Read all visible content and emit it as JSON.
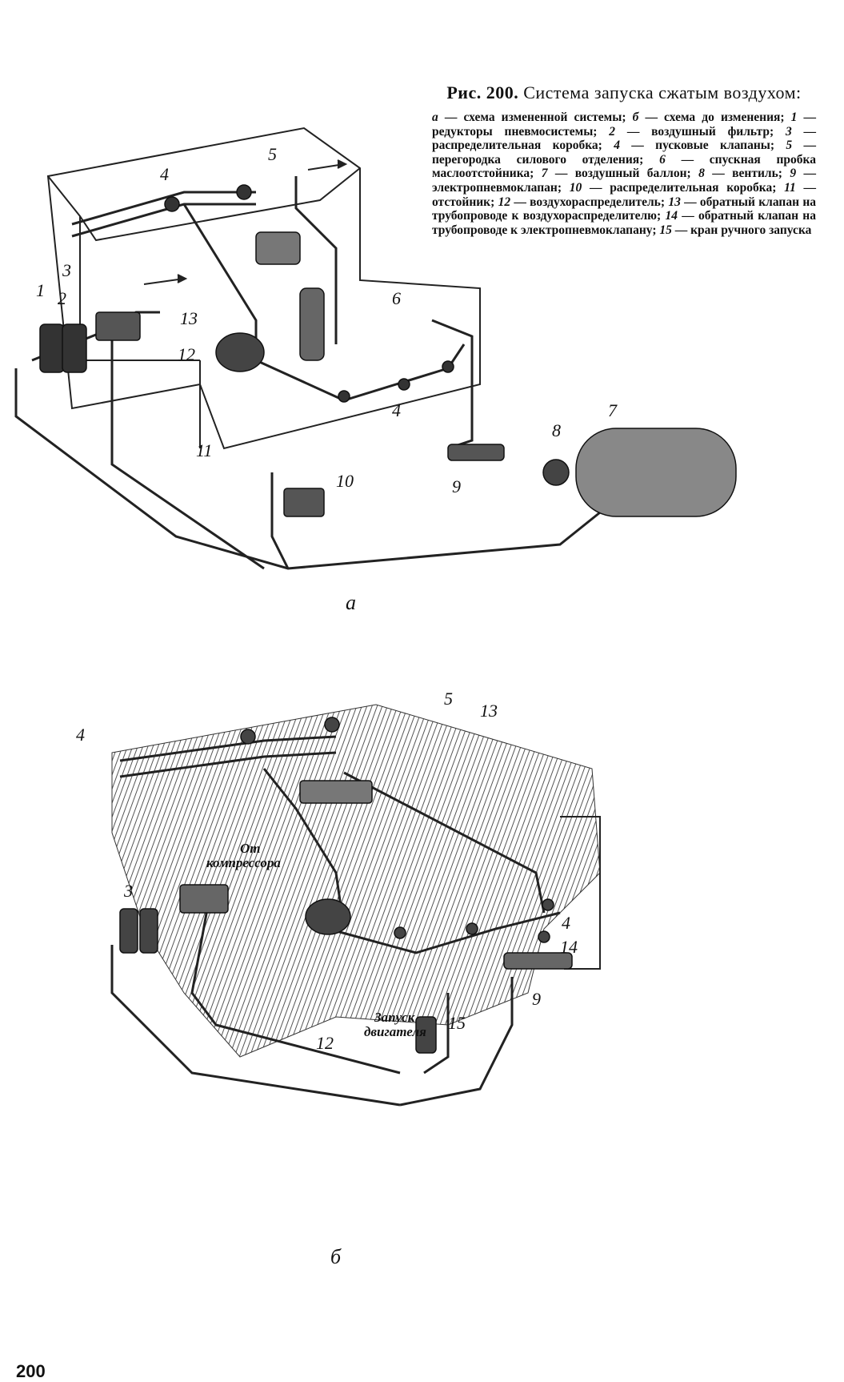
{
  "caption": {
    "title_prefix": "Рис. 200.",
    "title_text": "Система запуска сжатым воздухом:",
    "legend": [
      {
        "key": "а",
        "text": "схема измененной системы;"
      },
      {
        "key": "б",
        "text": "схема до изменения;"
      },
      {
        "key": "1",
        "text": "редукторы пневмосистемы;"
      },
      {
        "key": "2",
        "text": "воздушный фильтр;"
      },
      {
        "key": "3",
        "text": "распределительная коробка;"
      },
      {
        "key": "4",
        "text": "пусковые клапаны;"
      },
      {
        "key": "5",
        "text": "перегородка силового отделения;"
      },
      {
        "key": "6",
        "text": "спускная пробка маслоотстойника;"
      },
      {
        "key": "7",
        "text": "воздушный баллон;"
      },
      {
        "key": "8",
        "text": "вентиль;"
      },
      {
        "key": "9",
        "text": "электропневмоклапан;"
      },
      {
        "key": "10",
        "text": "распределительная коробка;"
      },
      {
        "key": "11",
        "text": "отстойник;"
      },
      {
        "key": "12",
        "text": "воздухораспределитель;"
      },
      {
        "key": "13",
        "text": "обратный клапан на трубопроводе к воздухораспределителю;"
      },
      {
        "key": "14",
        "text": "обратный клапан на трубопроводе к электропневмоклапану;"
      },
      {
        "key": "15",
        "text": "кран ручного запуска"
      }
    ]
  },
  "figure_a": {
    "sublabel": "а",
    "callouts": [
      "1",
      "2",
      "3",
      "4",
      "5",
      "13",
      "12",
      "6",
      "4",
      "11",
      "8",
      "7",
      "9",
      "10"
    ]
  },
  "figure_b": {
    "sublabel": "б",
    "callouts": [
      "4",
      "5",
      "13",
      "3",
      "4",
      "14",
      "9",
      "12",
      "15"
    ],
    "label_from_compressor": [
      "От",
      "компрессора"
    ],
    "label_engine_start": [
      "Запуск",
      "двигателя"
    ]
  },
  "page_number": "200"
}
